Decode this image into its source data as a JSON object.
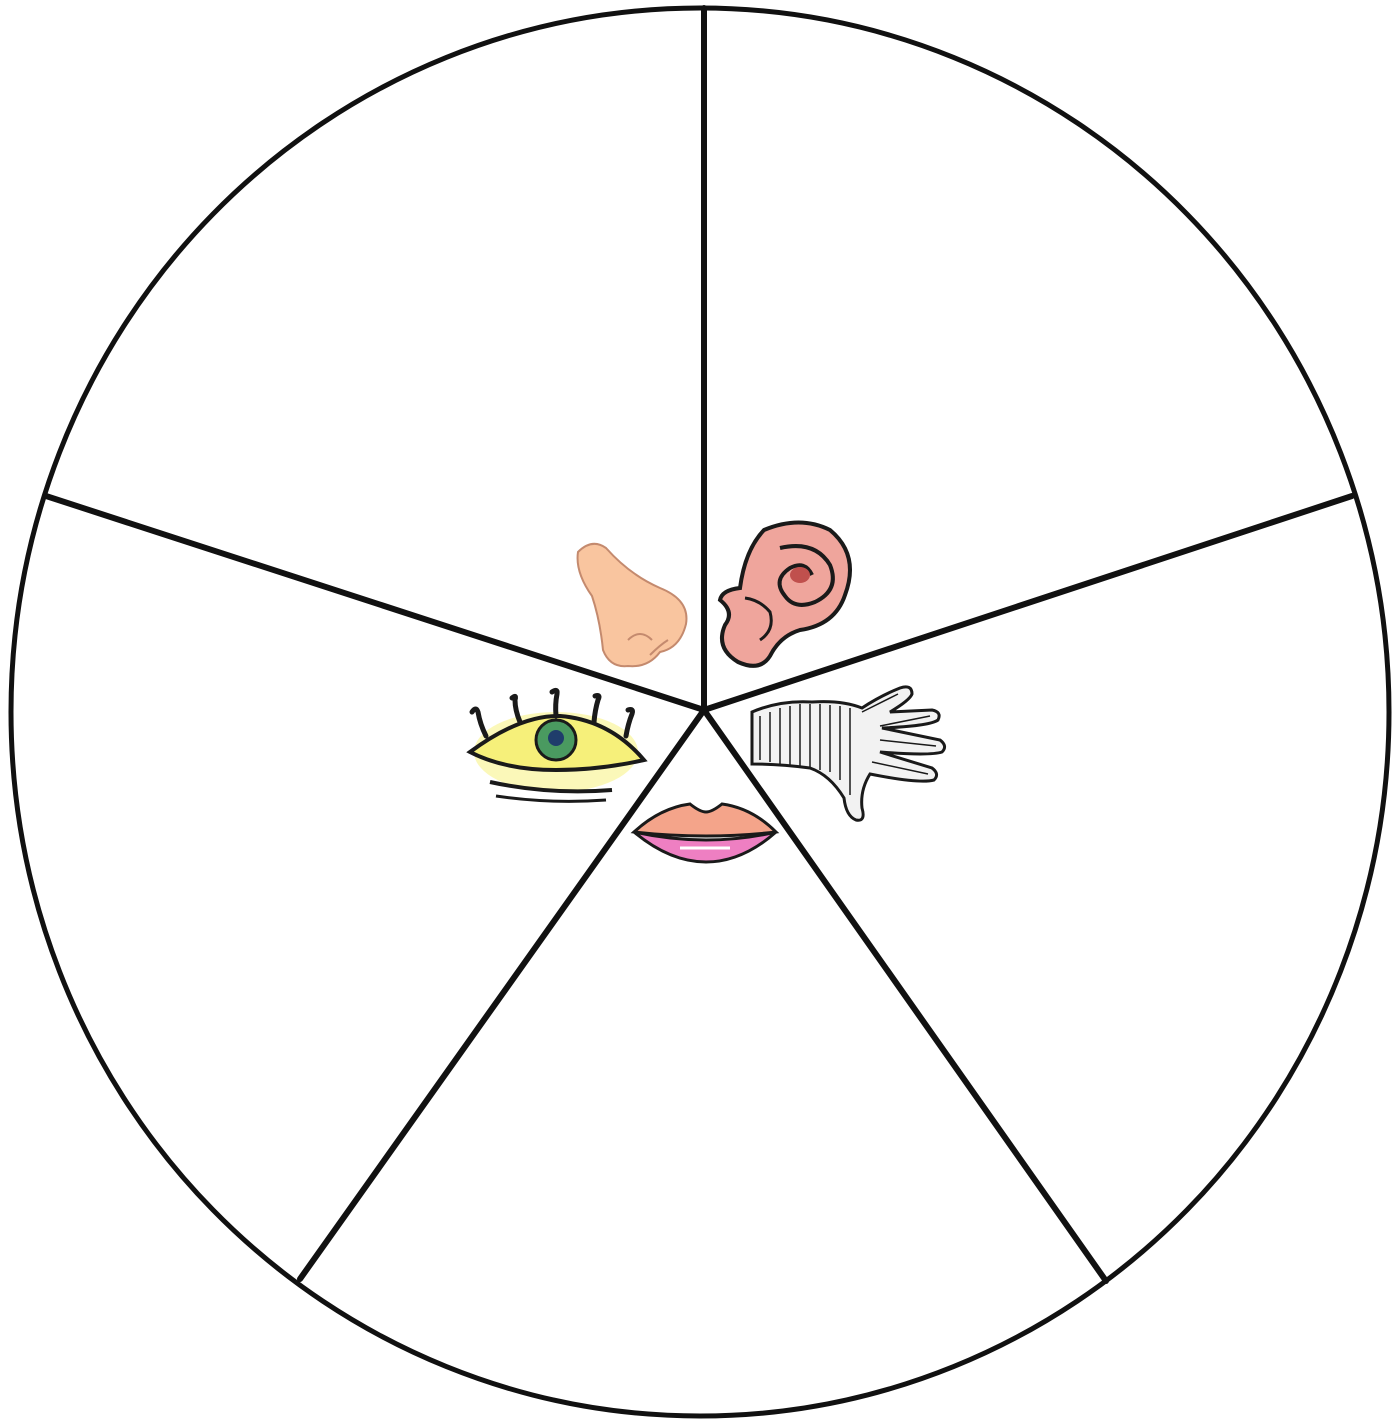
{
  "diagram": {
    "kind": "five-senses-wheel",
    "segment_count": 5,
    "line_color": "#111111",
    "background": "#ffffff",
    "senses": [
      {
        "name": "smell",
        "icon": "nose-icon",
        "color": "#f6c29c"
      },
      {
        "name": "hearing",
        "icon": "ear-icon",
        "color": "#eea39a"
      },
      {
        "name": "touch",
        "icon": "hand-icon",
        "color": "#2b2b2b"
      },
      {
        "name": "taste",
        "icon": "lips-icon",
        "color": "#ee7fbf"
      },
      {
        "name": "sight",
        "icon": "eye-icon",
        "color": "#f5f07a"
      }
    ]
  }
}
